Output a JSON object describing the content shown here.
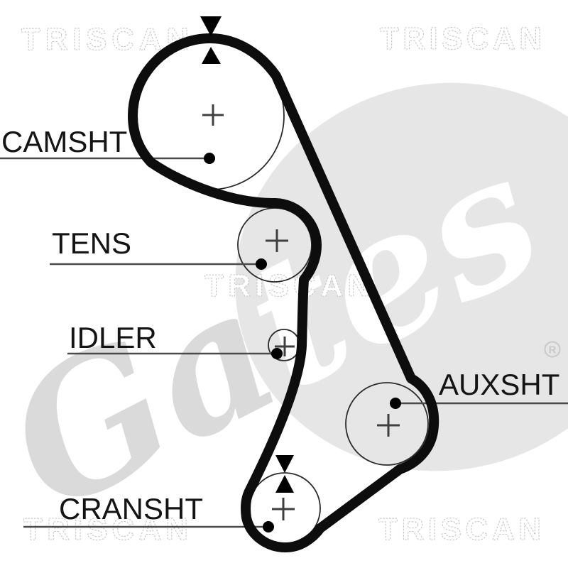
{
  "diagram_type": "timing-belt-routing-diagram",
  "watermarks": {
    "triscan": "TRISCAN",
    "gates": "Gates",
    "registered": "R"
  },
  "pulleys": {
    "camshaft": {
      "label": "CAMSHT"
    },
    "tensioner": {
      "label": "TENS"
    },
    "idler": {
      "label": "IDLER"
    },
    "aux_shaft": {
      "label": "AUXSHT"
    },
    "crankshaft": {
      "label": "CRANSHT"
    }
  },
  "colors": {
    "belt": "#0d0d0d",
    "pulley_outline": "#2a2a2a",
    "leader_line": "#4a4a4a",
    "label_text": "#141414",
    "watermark_oval": "#e6e6e6",
    "watermark_outline": "#c6c6c6"
  }
}
